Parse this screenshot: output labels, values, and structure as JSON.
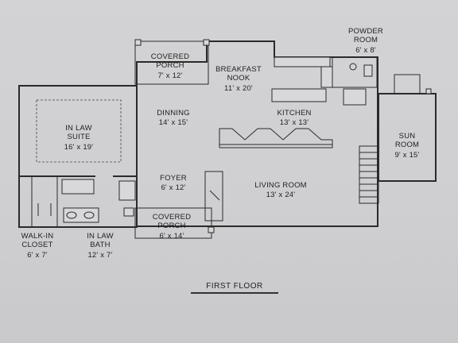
{
  "rooms": {
    "covered_porch_top": {
      "name": "COVERED\nPORCH",
      "dims": "7' x 12'"
    },
    "breakfast_nook": {
      "name": "BREAKFAST\nNOOK",
      "dims": "11' x 20'"
    },
    "powder_room": {
      "name": "POWDER\nROOM",
      "dims": "6' x 8'"
    },
    "in_law_suite": {
      "name": "IN LAW\nSUITE",
      "dims": "16' x 19'"
    },
    "dinning": {
      "name": "DINNING",
      "dims": "14' x 15'"
    },
    "kitchen": {
      "name": "KITCHEN",
      "dims": "13' x 13'"
    },
    "sun_room": {
      "name": "SUN\nROOM",
      "dims": "9' x 15'"
    },
    "foyer": {
      "name": "FOYER",
      "dims": "6' x 12'"
    },
    "living_room": {
      "name": "LIVING ROOM",
      "dims": "13' x 24'"
    },
    "covered_porch_bottom": {
      "name": "COVERED\nPORCH",
      "dims": "6' x 14'"
    },
    "walk_in_closet": {
      "name": "WALK-IN\nCLOSET",
      "dims": "6' x 7'"
    },
    "in_law_bath": {
      "name": "IN LAW\nBATH",
      "dims": "12' x 7'"
    }
  },
  "floor_title": "FIRST FLOOR"
}
